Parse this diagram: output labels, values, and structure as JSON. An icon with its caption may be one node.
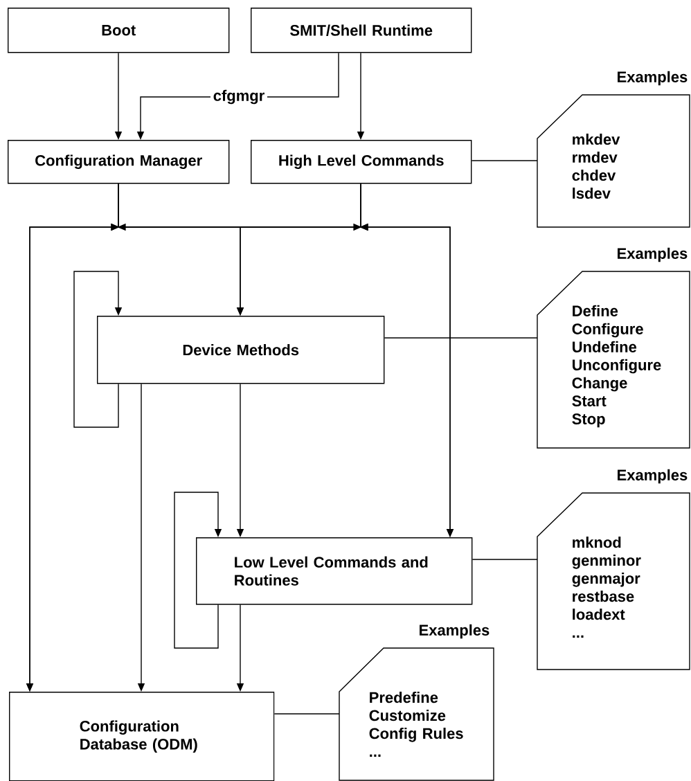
{
  "diagram": {
    "nodes": [
      {
        "text": [
          "Boot"
        ]
      },
      {
        "text": [
          "SMIT/Shell Runtime"
        ]
      },
      {
        "text": [
          "cfgmgr"
        ]
      },
      {
        "text": [
          "Configuration Manager"
        ]
      },
      {
        "text": [
          "High Level Commands"
        ]
      },
      {
        "text": [
          "Examples",
          "mkdev rmdev chdev lsdev"
        ]
      },
      {
        "text": [
          "Device Methods"
        ]
      },
      {
        "text": [
          "Examples",
          "Define Configure Undefine Unconfigure Change Start Stop"
        ]
      },
      {
        "text": [
          "Low Level Commands and Routines"
        ]
      },
      {
        "text": [
          "Examples",
          "mknod genminor genmajor restbase loadext ..."
        ]
      },
      {
        "text": [
          "Configuration Database (ODM)"
        ]
      },
      {
        "text": [
          "Examples",
          "Predefine Customize Config Rules ..."
        ]
      }
    ],
    "edges": [
      {
        "from": 0,
        "to": 3,
        "arrow": "to"
      },
      {
        "from": 1,
        "to": 4,
        "arrow": "to"
      },
      {
        "from": 1,
        "to": 2,
        "arrow": "none"
      },
      {
        "from": 2,
        "to": 3,
        "arrow": "to"
      },
      {
        "from": 3,
        "to": 10,
        "arrow": "to"
      },
      {
        "from": 3,
        "to": 6,
        "arrow": "to"
      },
      {
        "from": 3,
        "to": 8,
        "arrow": "to"
      },
      {
        "from": 4,
        "to": 10,
        "arrow": "to"
      },
      {
        "from": 4,
        "to": 6,
        "arrow": "to"
      },
      {
        "from": 4,
        "to": 8,
        "arrow": "to"
      },
      {
        "from": 6,
        "to": 6,
        "arrow": "to"
      },
      {
        "from": 6,
        "to": 10,
        "arrow": "to"
      },
      {
        "from": 6,
        "to": 8,
        "arrow": "to"
      },
      {
        "from": 6,
        "to": 7,
        "arrow": "none"
      },
      {
        "from": 4,
        "to": 5,
        "arrow": "none"
      },
      {
        "from": 8,
        "to": 8,
        "arrow": "to"
      },
      {
        "from": 8,
        "to": 10,
        "arrow": "to"
      },
      {
        "from": 8,
        "to": 9,
        "arrow": "none"
      },
      {
        "from": 10,
        "to": 11,
        "arrow": "none"
      }
    ]
  }
}
